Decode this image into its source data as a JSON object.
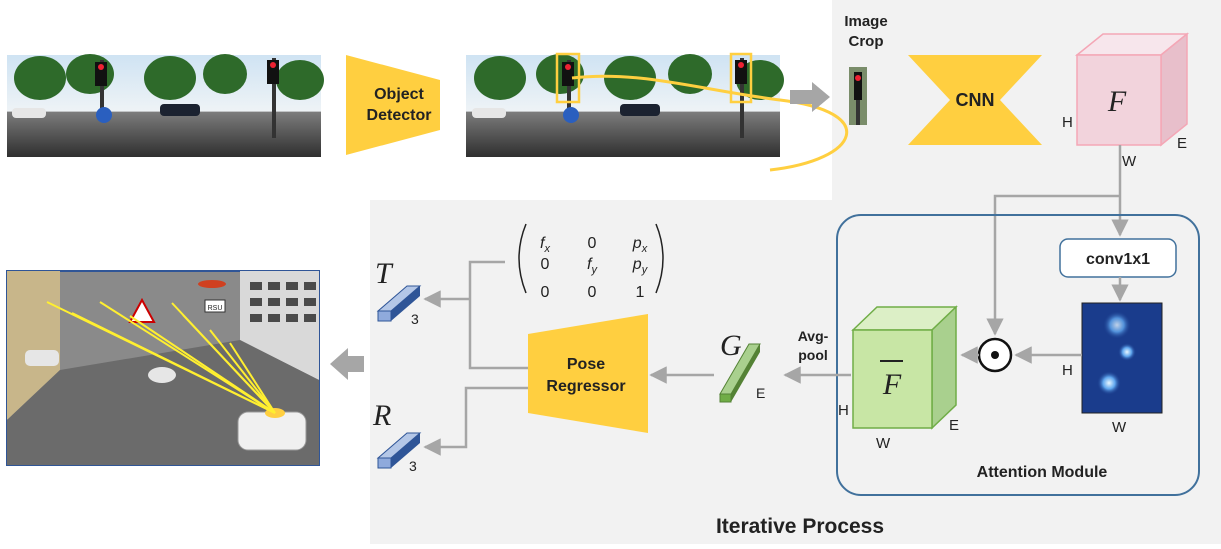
{
  "labels": {
    "object_detector": [
      "Object",
      "Detector"
    ],
    "image_crop": [
      "Image",
      "Crop"
    ],
    "cnn": "CNN",
    "feature_F": "F",
    "feature_F_bar": "F",
    "dim_H": "H",
    "dim_W": "W",
    "dim_E": "E",
    "conv": "conv1x1",
    "odot": "⊙",
    "attention_module": "Attention Module",
    "avgpool": [
      "Avg-",
      "pool"
    ],
    "G": "G",
    "G_dim": "E",
    "pose_regressor": [
      "Pose",
      "Regressor"
    ],
    "T": "T",
    "T_dim": "3",
    "R": "R",
    "R_dim": "3",
    "iterative_process": "Iterative Process",
    "intrinsics_matrix": [
      [
        "f_x",
        "0",
        "p_x"
      ],
      [
        "0",
        "f_y",
        "p_y"
      ],
      [
        "0",
        "0",
        "1"
      ]
    ],
    "sign_text": "RSU"
  },
  "colors": {
    "accent_yellow": "#FFCF40",
    "feature_pink": "#F2D3DC",
    "feature_green": "#C8E6A5",
    "attention_blue": "#1A3C8C",
    "module_border": "#41719C",
    "panel_gray": "#F2F2F2",
    "arrow_gray": "#A6A6A6"
  }
}
